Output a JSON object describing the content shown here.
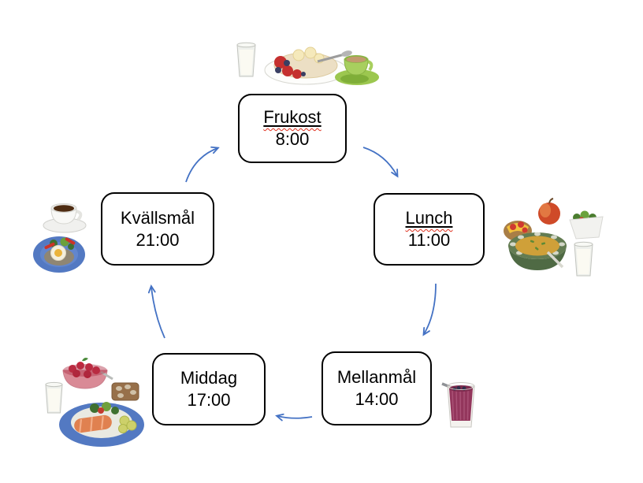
{
  "diagram": {
    "type": "meal-schedule-cycle",
    "language": "Swedish",
    "meals": [
      {
        "id": "frukost",
        "name": "Frukost",
        "time": "8:00",
        "underlined": true,
        "spellcheck_squiggle": true
      },
      {
        "id": "lunch",
        "name": "Lunch",
        "time": "11:00",
        "underlined": true,
        "spellcheck_squiggle": true
      },
      {
        "id": "mellanmal",
        "name": "Mellanmål",
        "time": "14:00",
        "underlined": false,
        "spellcheck_squiggle": false
      },
      {
        "id": "middag",
        "name": "Middag",
        "time": "17:00",
        "underlined": false,
        "spellcheck_squiggle": false
      },
      {
        "id": "kvallsmal",
        "name": "Kvällsmål",
        "time": "21:00",
        "underlined": false,
        "spellcheck_squiggle": false
      }
    ],
    "connections": [
      {
        "from": "frukost",
        "to": "lunch"
      },
      {
        "from": "lunch",
        "to": "mellanmal"
      },
      {
        "from": "mellanmal",
        "to": "middag"
      },
      {
        "from": "middag",
        "to": "kvallsmal"
      },
      {
        "from": "kvallsmal",
        "to": "frukost"
      }
    ],
    "colors": {
      "arrow": "#4472C4",
      "box_border": "#000000",
      "box_fill": "#FFFFFF",
      "text": "#000000",
      "spellcheck_underline": "#E0301E",
      "plate_blue": "#5379C2"
    },
    "food_images": {
      "frukost": [
        "milk-glass-icon",
        "porridge-berries-plate-icon",
        "green-coffee-cup-icon"
      ],
      "lunch": [
        "apple-icon",
        "open-sandwich-icon",
        "soup-bowl-icon",
        "salad-bowl-icon",
        "milk-glass-icon"
      ],
      "mellanmal": [
        "berry-smoothie-glass-icon"
      ],
      "middag": [
        "raspberry-dessert-bowl-icon",
        "milk-glass-icon",
        "crispbread-icon",
        "salmon-potatoes-plate-icon"
      ],
      "kvallsmal": [
        "tea-cup-icon",
        "egg-sandwich-plate-icon"
      ]
    }
  }
}
